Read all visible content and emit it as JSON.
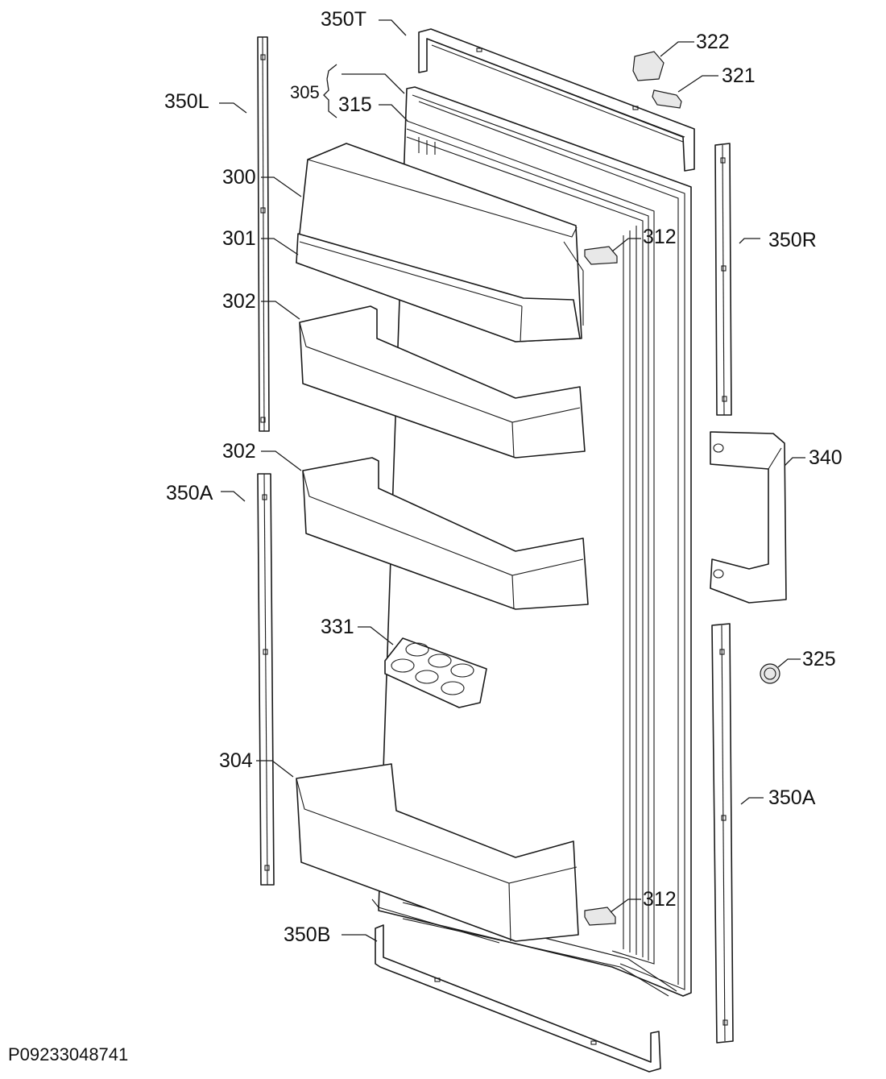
{
  "drawing_code": "P09233048741",
  "labels": [
    {
      "id": "350T",
      "text": "350T"
    },
    {
      "id": "322",
      "text": "322"
    },
    {
      "id": "321",
      "text": "321"
    },
    {
      "id": "305",
      "text": "305"
    },
    {
      "id": "315",
      "text": "315"
    },
    {
      "id": "350L",
      "text": "350L"
    },
    {
      "id": "300",
      "text": "300"
    },
    {
      "id": "301",
      "text": "301"
    },
    {
      "id": "312a",
      "text": "312"
    },
    {
      "id": "350R",
      "text": "350R"
    },
    {
      "id": "302a",
      "text": "302"
    },
    {
      "id": "302b",
      "text": "302"
    },
    {
      "id": "340",
      "text": "340"
    },
    {
      "id": "350Aa",
      "text": "350A"
    },
    {
      "id": "331",
      "text": "331"
    },
    {
      "id": "325",
      "text": "325"
    },
    {
      "id": "304",
      "text": "304"
    },
    {
      "id": "350Ab",
      "text": "350A"
    },
    {
      "id": "312b",
      "text": "312"
    },
    {
      "id": "350B",
      "text": "350B"
    }
  ]
}
